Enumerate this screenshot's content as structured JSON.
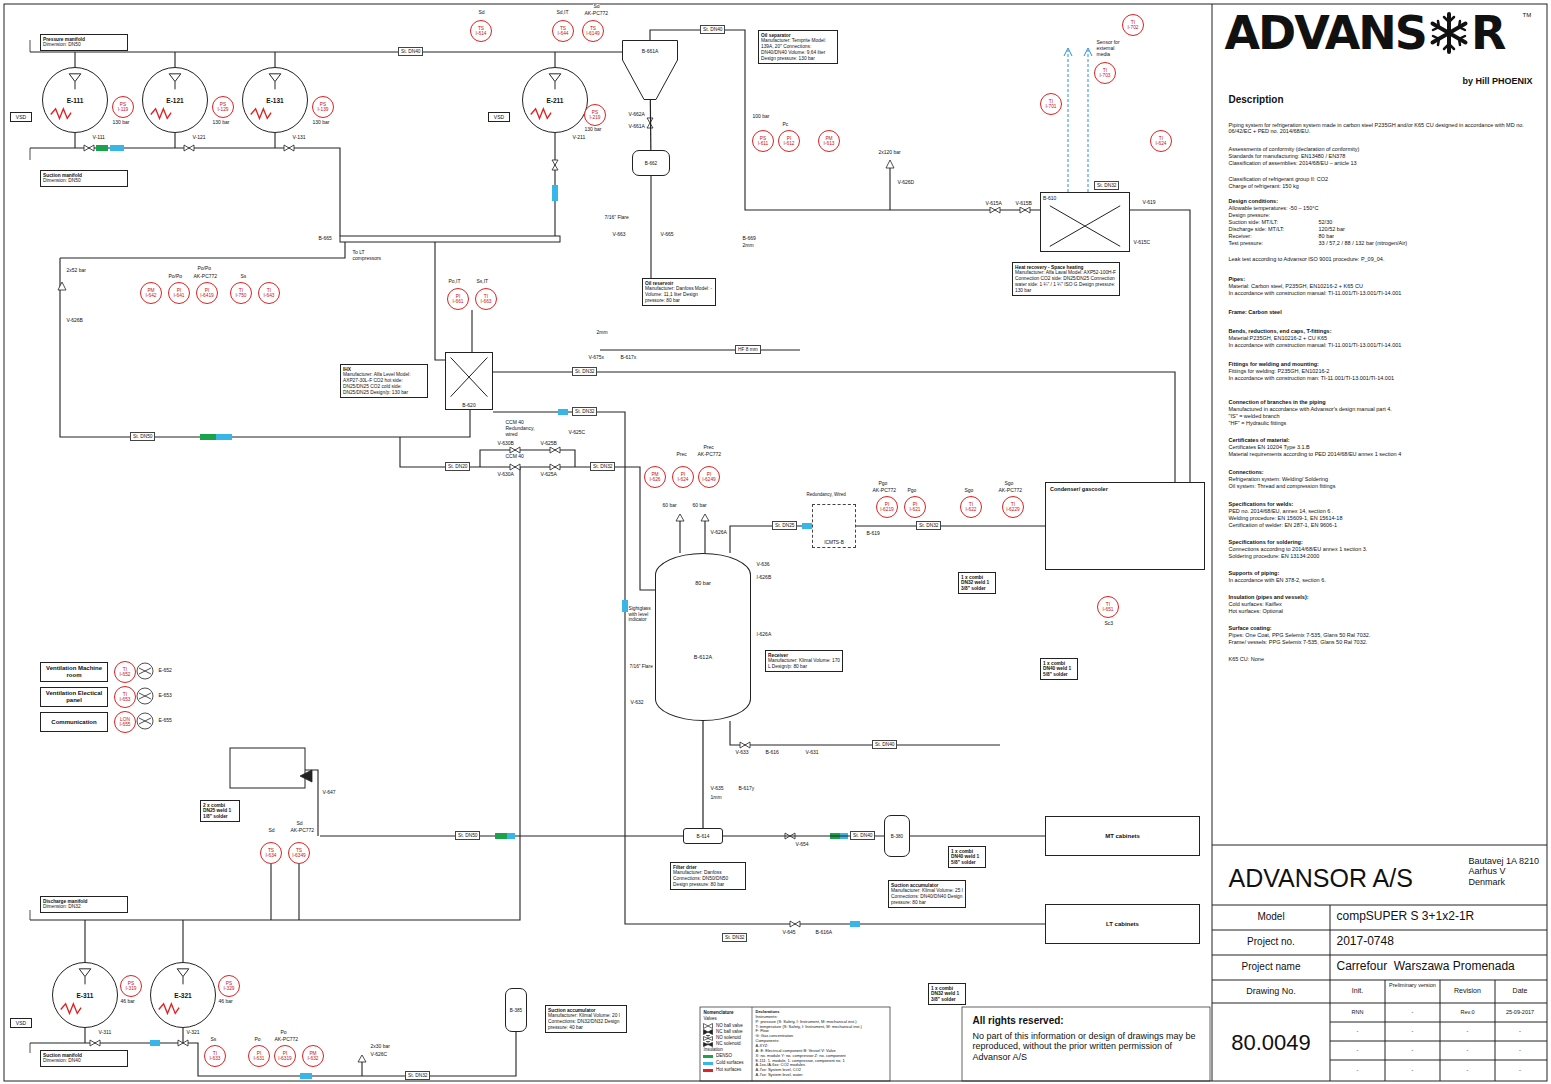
{
  "diagram": {
    "nodes": [
      {
        "text": [
          "Pressure manifold",
          "Dimension: DN50"
        ]
      },
      {
        "text": [
          "VSD"
        ]
      },
      {
        "text": [
          "E-111"
        ]
      },
      {
        "text": [
          "E-121"
        ]
      },
      {
        "text": [
          "E-131"
        ]
      },
      {
        "text": [
          "PS",
          "I-119"
        ]
      },
      {
        "text": [
          "PS",
          "I-129"
        ]
      },
      {
        "text": [
          "PS",
          "I-139"
        ]
      },
      {
        "text": [
          "Suction manifold",
          "Dimension: DN50"
        ]
      },
      {
        "text": [
          "St. DN40"
        ]
      },
      {
        "text": [
          "TS",
          "I-614"
        ]
      },
      {
        "text": [
          "VSD"
        ]
      },
      {
        "text": [
          "E-211"
        ]
      },
      {
        "text": [
          "PS",
          "I-219"
        ]
      },
      {
        "text": [
          "TS",
          "I-644"
        ]
      },
      {
        "text": [
          "TS",
          "I-6149"
        ]
      },
      {
        "text": [
          "B-661A"
        ]
      },
      {
        "text": [
          "B-662"
        ]
      },
      {
        "text": [
          "Oil separator",
          "Manufacturer: Temprite Model: 139A, 20\" Connections: DN40/DN40 Volume: 9,64 liter Design pressure: 130 bar"
        ]
      },
      {
        "text": [
          "St. DN40"
        ]
      },
      {
        "text": [
          "PS",
          "I-611"
        ]
      },
      {
        "text": [
          "PI",
          "I-612"
        ]
      },
      {
        "text": [
          "PM",
          "I-613"
        ]
      },
      {
        "text": [
          "TI",
          "I-701"
        ]
      },
      {
        "text": [
          "TI",
          "I-703"
        ]
      },
      {
        "text": [
          "TI",
          "I-702"
        ]
      },
      {
        "text": [
          "St. DN32"
        ]
      },
      {
        "text": [
          "B-610"
        ]
      },
      {
        "text": [
          "TI",
          "I-624"
        ]
      },
      {
        "text": [
          "Heat recovery - Space heating",
          "Manufacturer: Alfa Laval Model: AXP52-100H-F Connection CO2 side: DN25/DN25 Connection water side: 1 ¼\" / 1 ¼\" ISO G Design pressure: 130 bar"
        ]
      },
      {
        "text": [
          "PM",
          "I-642"
        ]
      },
      {
        "text": [
          "PI",
          "I-641"
        ]
      },
      {
        "text": [
          "PI",
          "I-6419"
        ]
      },
      {
        "text": [
          "TI",
          "I-750"
        ]
      },
      {
        "text": [
          "TI",
          "I-643"
        ]
      },
      {
        "text": [
          "PI",
          "I-661"
        ]
      },
      {
        "text": [
          "TI",
          "I-663"
        ]
      },
      {
        "text": [
          "Oil reservoir",
          "Manufacturer: Danfoss Model: - Volume: 11,1 liter Design pressure: 80 bar"
        ]
      },
      {
        "text": [
          "HF 8 mm"
        ]
      },
      {
        "text": [
          "IHX",
          "Manufacturer: Alfa Level Model: AXP27-30L-F CO2 hot side: DN25/DN25 CO2 cold side: DN25/DN25 Design/p: 130 bar"
        ]
      },
      {
        "text": [
          "B-620"
        ]
      },
      {
        "text": [
          "St. DN32"
        ]
      },
      {
        "text": [
          "St. DN32"
        ]
      },
      {
        "text": [
          "St. DN50"
        ]
      },
      {
        "text": [
          "St. DN20"
        ]
      },
      {
        "text": [
          "St. DN32"
        ]
      },
      {
        "text": [
          "PM",
          "I-626"
        ]
      },
      {
        "text": [
          "PI",
          "I-624"
        ]
      },
      {
        "text": [
          "PI",
          "I-6249"
        ]
      },
      {
        "text": [
          "ICMTS-B"
        ]
      },
      {
        "text": [
          "PI",
          "I-6219"
        ]
      },
      {
        "text": [
          "PI",
          "I-621"
        ]
      },
      {
        "text": [
          "TI",
          "I-622"
        ]
      },
      {
        "text": [
          "TI",
          "I-6229"
        ]
      },
      {
        "text": [
          "Condenser/ gascooler"
        ]
      },
      {
        "text": [
          "St. DN25"
        ]
      },
      {
        "text": [
          "St. DN32"
        ]
      },
      {
        "text": [
          "1 x combi DN32 weld 1 3/8\" solder"
        ]
      },
      {
        "text": [
          "TI",
          "I-651"
        ]
      },
      {
        "text": [
          "80 bar",
          "B-612A"
        ]
      },
      {
        "text": [
          "Receiver",
          "Manufacturer: Klimal Volume: 170 L Design/p: 80 bar"
        ]
      },
      {
        "text": [
          "Ventilation Machine room"
        ]
      },
      {
        "text": [
          "TI",
          "I-652"
        ]
      },
      {
        "text": [
          "Ventilation Electical panel"
        ]
      },
      {
        "text": [
          "TI",
          "I-653"
        ]
      },
      {
        "text": [
          "Communication"
        ]
      },
      {
        "text": [
          "LON",
          "I-655"
        ]
      },
      {
        "text": [
          "St. DN40"
        ]
      },
      {
        "text": [
          "1 x combi DN40 weld 1 5/8\" solder"
        ]
      },
      {
        "text": [
          "2 x combi DN25 weld 1 1/8\" solder"
        ]
      },
      {
        "text": [
          "TS",
          "I-634"
        ]
      },
      {
        "text": [
          "TS",
          "I-6349"
        ]
      },
      {
        "text": [
          "St. DN50"
        ]
      },
      {
        "text": [
          "B-614"
        ]
      },
      {
        "text": [
          "Filter drier",
          "Manufacturer: Danfoss Connections: DN50/DN50 Design pressure: 80 bar"
        ]
      },
      {
        "text": [
          "St. DN40"
        ]
      },
      {
        "text": [
          "B-380"
        ]
      },
      {
        "text": [
          "1 x combi DN40 weld 1 5/8\" solder"
        ]
      },
      {
        "text": [
          "Suction accumulator",
          "Manufacturer: Klimal Volume: 25 l Connections: DN40/DN40 Design pressure: 80 bar"
        ]
      },
      {
        "text": [
          "MT cabinets"
        ]
      },
      {
        "text": [
          "LT cabinets"
        ]
      },
      {
        "text": [
          "St. DN32"
        ]
      },
      {
        "text": [
          "1 x combi DN32 weld 1 3/8\" solder"
        ]
      },
      {
        "text": [
          "Discharge manifold",
          "Dimension: DN32"
        ]
      },
      {
        "text": [
          "PS",
          "I-319"
        ]
      },
      {
        "text": [
          "PS",
          "I-329"
        ]
      },
      {
        "text": [
          "VSD"
        ]
      },
      {
        "text": [
          "E-311"
        ]
      },
      {
        "text": [
          "E-321"
        ]
      },
      {
        "text": [
          "Suction manifold",
          "Dimension: DN40"
        ]
      },
      {
        "text": [
          "TI",
          "I-633"
        ]
      },
      {
        "text": [
          "PI",
          "I-631"
        ]
      },
      {
        "text": [
          "PI",
          "I-6319"
        ]
      },
      {
        "text": [
          "PM",
          "I-632"
        ]
      },
      {
        "text": [
          "St. DN32"
        ]
      },
      {
        "text": [
          "B-385"
        ]
      },
      {
        "text": [
          "Suction accumulator",
          "Manufacturer: Klimal Volume: 20 l Connections: DN32/DN32 Design pressure: 40 bar"
        ]
      }
    ],
    "edges": [
      {
        "from": 16,
        "to": 17,
        "arrow": "none"
      },
      {
        "from": 59,
        "to": 73,
        "arrow": "none"
      },
      {
        "from": 73,
        "to": 76,
        "arrow": "none"
      },
      {
        "from": 79,
        "to": 76,
        "arrow": "none"
      },
      {
        "from": 54,
        "to": 49,
        "arrow": "none"
      }
    ],
    "labels": [
      "130 bar",
      "130 bar",
      "130 bar",
      "V-111",
      "V-121",
      "V-131",
      "Sd",
      "Sd,IT",
      "Sd",
      "AK-PC772",
      "130 bar",
      "V-211",
      "V-662A",
      "V-661A",
      "7/16\" Flare",
      "V-663",
      "V-665",
      "B-669",
      "2mm",
      "100 bar",
      "Pc",
      "2x120 bar",
      "V-626D",
      "V-615A",
      "V-615B",
      "V-615C",
      "V-619",
      "Sensor for external media",
      "2x52 bar",
      "V-626B",
      "Po/Po",
      "Po/Po",
      "AK-PC772",
      "Ss",
      "B-665",
      "To LT compressors",
      "Po,IT",
      "Ss,IT",
      "2mm",
      "V-675x",
      "B-617x",
      "CCM 40 Redundancy, wired",
      "V-625C",
      "V-630B",
      "V-625B",
      "CCM 40",
      "V-630A",
      "V-625A",
      "Prec",
      "Prec",
      "AK-PC772",
      "60 bar",
      "60 bar",
      "V-626A",
      "Redundancy, Wired",
      "Pgo",
      "AK-PC772",
      "Pgo",
      "Sgo",
      "Sgo",
      "AK-PC772",
      "B-619",
      "V-636",
      "I-626B",
      "Sightglass with level indicator",
      "I-626A",
      "7/16\" Flare",
      "V-632",
      "Sc3",
      "V-633",
      "B-616",
      "V-631",
      "V-635",
      "B-617y",
      "1mm",
      "V-654",
      "V-645",
      "B-616A",
      "E-652",
      "E-653",
      "E-655",
      "V-647",
      "Sd",
      "Sd",
      "AK-PC772",
      "46 bar",
      "46 bar",
      "V-311",
      "V-321",
      "Ss",
      "Po",
      "Po",
      "AK-PC772",
      "2x30 bar",
      "V-626C",
      "Nomenclature",
      "Valves",
      "Insulation",
      "Declarations",
      "Instruments:",
      "P: pressure (S: Safety, I: Instrument, M: mechanical inst.)",
      "T: temperature (S: Safety, I: Instrument, M: mechanical inst.)",
      "F: Flow",
      "G: Gas concentration",
      "Components:",
      "A-XYZ:",
      "A: E: Electrical component B: Vessel V: Valve",
      "X: no. module Y: no. compressor Z: no. component",
      "E-111: 1. module, 1. compressor, component no. 1",
      "A-1xx-/A-6xx: CO2 modules",
      "A-7xx: System level, CO2",
      "A-7xx: System level, water",
      "All rights reserved:",
      "No part of this information or design of drawings may be reproduced, without the prior written permission of Advansor A/S",
      "ADVANS",
      "R",
      "TM",
      "by Hill PHOENIX",
      "Description",
      "Piping system for refrigeration system made in carbon steel P235GH and/or K65 CU designed in accordance with MD no. 06/42/EC + PED no. 2014/68/EU.",
      "Assessments of conformity (declaration of conformity)",
      "Standards for manufacturing: EN13480 / EN378",
      "Classification of assemblies: 2014/68/EU – article 13",
      "Classification of refrigerant group II: CO2",
      "Charge of refrigerant: 150 kg",
      "Design conditions:",
      "Allowable temperatures: -50 – 150°C",
      "Design pressure:",
      "Suction side: MT/LT:",
      "52/30",
      "Discharge side: MT/LT:",
      "120/52 bar",
      "Receiver:",
      "80 bar",
      "Test pressure:",
      "33 / 57,2 / 88 / 132 bar (nitrogen/Air)",
      "Leak test according to Advansor ISO 9001 procedure: P_09_04.",
      "Pipes:",
      "Material: Carbon steel, P235GH, EN10216-2 + K65 CU",
      "In accordance with construction manual: TI-11.001/TI-13.001/TI-14.001",
      "Frame: Carbon steel",
      "Bends, reductions, end caps, T-fittings:",
      "Material:P235GH, EN10216-2 + CU K65",
      "In accordance with construction manual: TI-11.001/TI-13.001/TI-14.001",
      "Fittings for welding and mounting:",
      "Fittings for welding: P235GH, EN10216-2",
      "In accordance with construction man: TI-11.001/TI-13.001/TI-14.001",
      "Connection of branches in the piping",
      "Manufactured in accordance with Advansor's design manual part 4.",
      "\"IS\" = welded branch",
      "\"HF\" = Hydraulic fittings",
      "Certificates of material:",
      "Certificates EN 10204 Type 3.1.B",
      "Material requirements according to PED 2014/68/EU annex 1 section 4",
      "Connections:",
      "Refrigeration system: Welding/ Soldering",
      "Oil system: Thread and compression fittings",
      "Specifications for welds:",
      "PED no. 2014/68/EU, annex 14, section 6 .",
      "Welding procedure: EN 15609-1, EN 15614-18",
      "Certification of welder: EN 287-1, EN 9606-1",
      "Specifications for soldering:",
      "Connections according to 2014/68/EU annex 1 section 3.",
      "Soldering procedure: EN 13134:2000",
      "Supports of piping:",
      "In accordance with EN 378-2, section 6.",
      "Insulation (pipes and vessels):",
      "Cold surfaces: Kaiflex",
      "Hot surfaces: Optional",
      "Surface coating:",
      "Pipes: One Coat, PPG Selemix 7-535, Glans 50 Ral 7032.",
      "Frame/ vessels: PPG Selemix 7-535, Glans 50 Ral 7032.",
      "K65 CU: None",
      "ADVANSOR A/S",
      "Bautavej 1A 8210 Aarhus V Denmark",
      "Model",
      "compSUPER S 3+1x2-1R",
      "Project no.",
      "2017-0748",
      "Project name",
      "Carrefour  Warszawa Promenada",
      "Drawing No.",
      "Init.",
      "Preliminary version",
      "Revision",
      "Date",
      "RNN",
      "-",
      "Rev.0",
      "25-09-2017",
      "-",
      "-",
      "-",
      "-",
      "-",
      "-",
      "-",
      "-",
      "-",
      "-",
      "-",
      "-",
      "80.0049"
    ],
    "legend": [
      {
        "text": "NO ball valve"
      },
      {
        "text": "NC ball valve"
      },
      {
        "text": "NO solenoid"
      },
      {
        "text": "NC solenoid"
      },
      {
        "text": "DENSO",
        "color": "#1aa34a"
      },
      {
        "text": "Cold surfaces",
        "color": "#38b6e8"
      },
      {
        "text": "Hot surfaces",
        "color": "#e02424"
      }
    ]
  }
}
